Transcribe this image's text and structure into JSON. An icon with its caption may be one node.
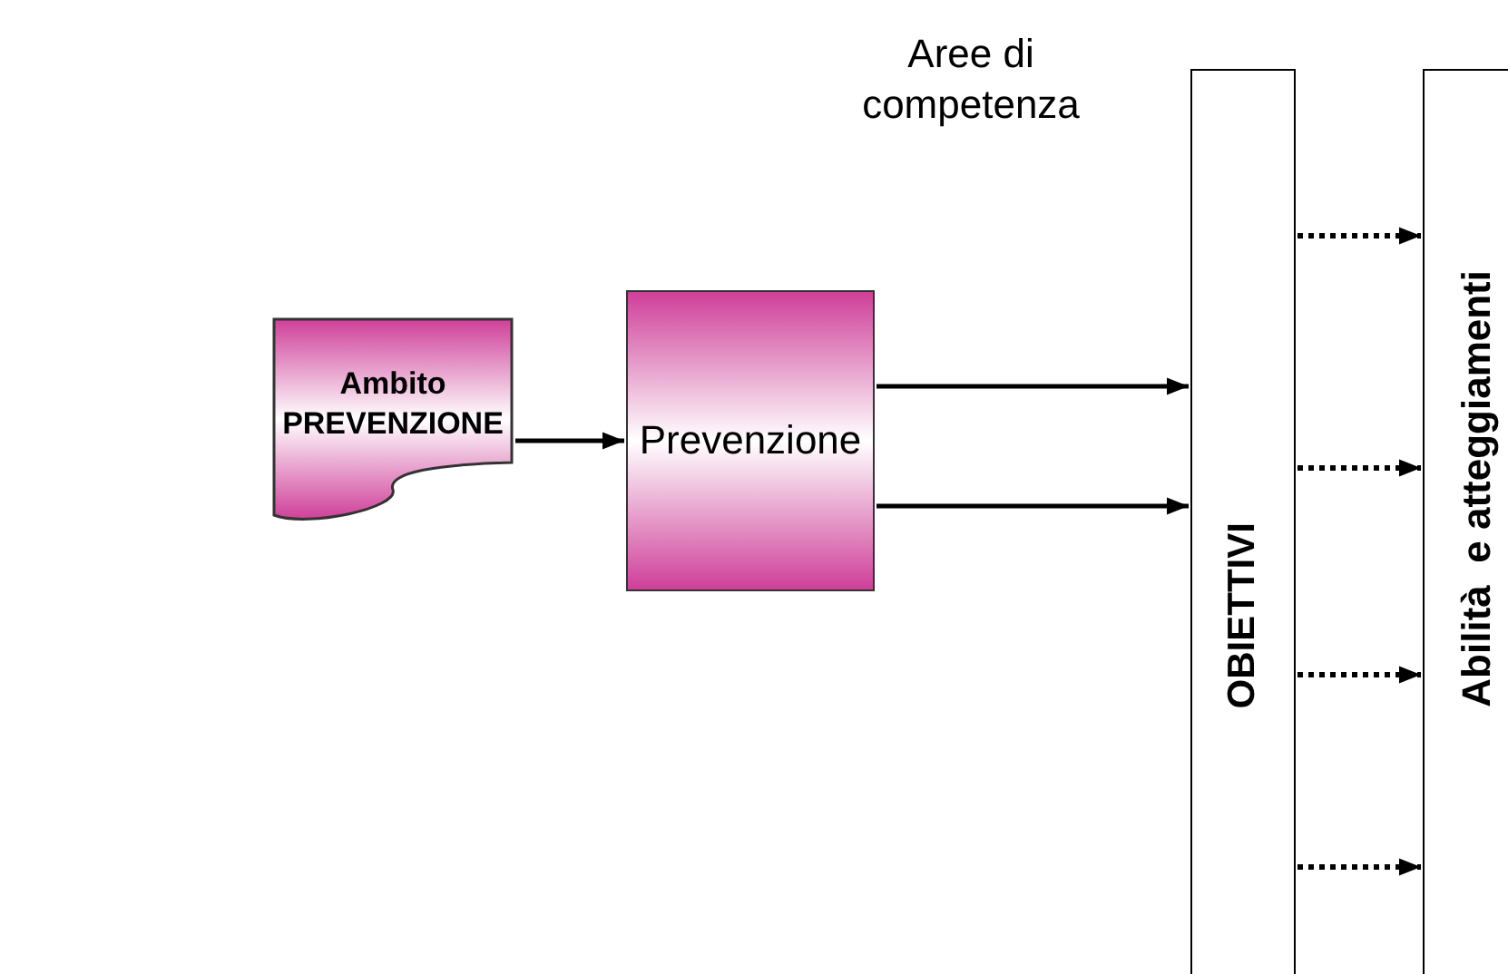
{
  "diagram": {
    "title": "Aree di competenza",
    "nodes": [
      {
        "text": [
          "Ambito PREVENZIONE"
        ]
      },
      {
        "text": [
          "Prevenzione"
        ]
      },
      {
        "text": [
          "OBIETTIVI"
        ]
      },
      {
        "text": [
          "Abilità  e atteggiamenti"
        ]
      }
    ],
    "edges": [
      {
        "from": 0,
        "to": 1,
        "arrow": "to"
      },
      {
        "from": 1,
        "to": 2,
        "arrow": "to"
      },
      {
        "from": 1,
        "to": 2,
        "arrow": "to"
      },
      {
        "from": 2,
        "to": 3,
        "arrow": "to",
        "style": "dashed"
      },
      {
        "from": 2,
        "to": 3,
        "arrow": "to",
        "style": "dashed"
      },
      {
        "from": 2,
        "to": 3,
        "arrow": "to",
        "style": "dashed"
      },
      {
        "from": 2,
        "to": 3,
        "arrow": "to",
        "style": "dashed"
      }
    ]
  }
}
